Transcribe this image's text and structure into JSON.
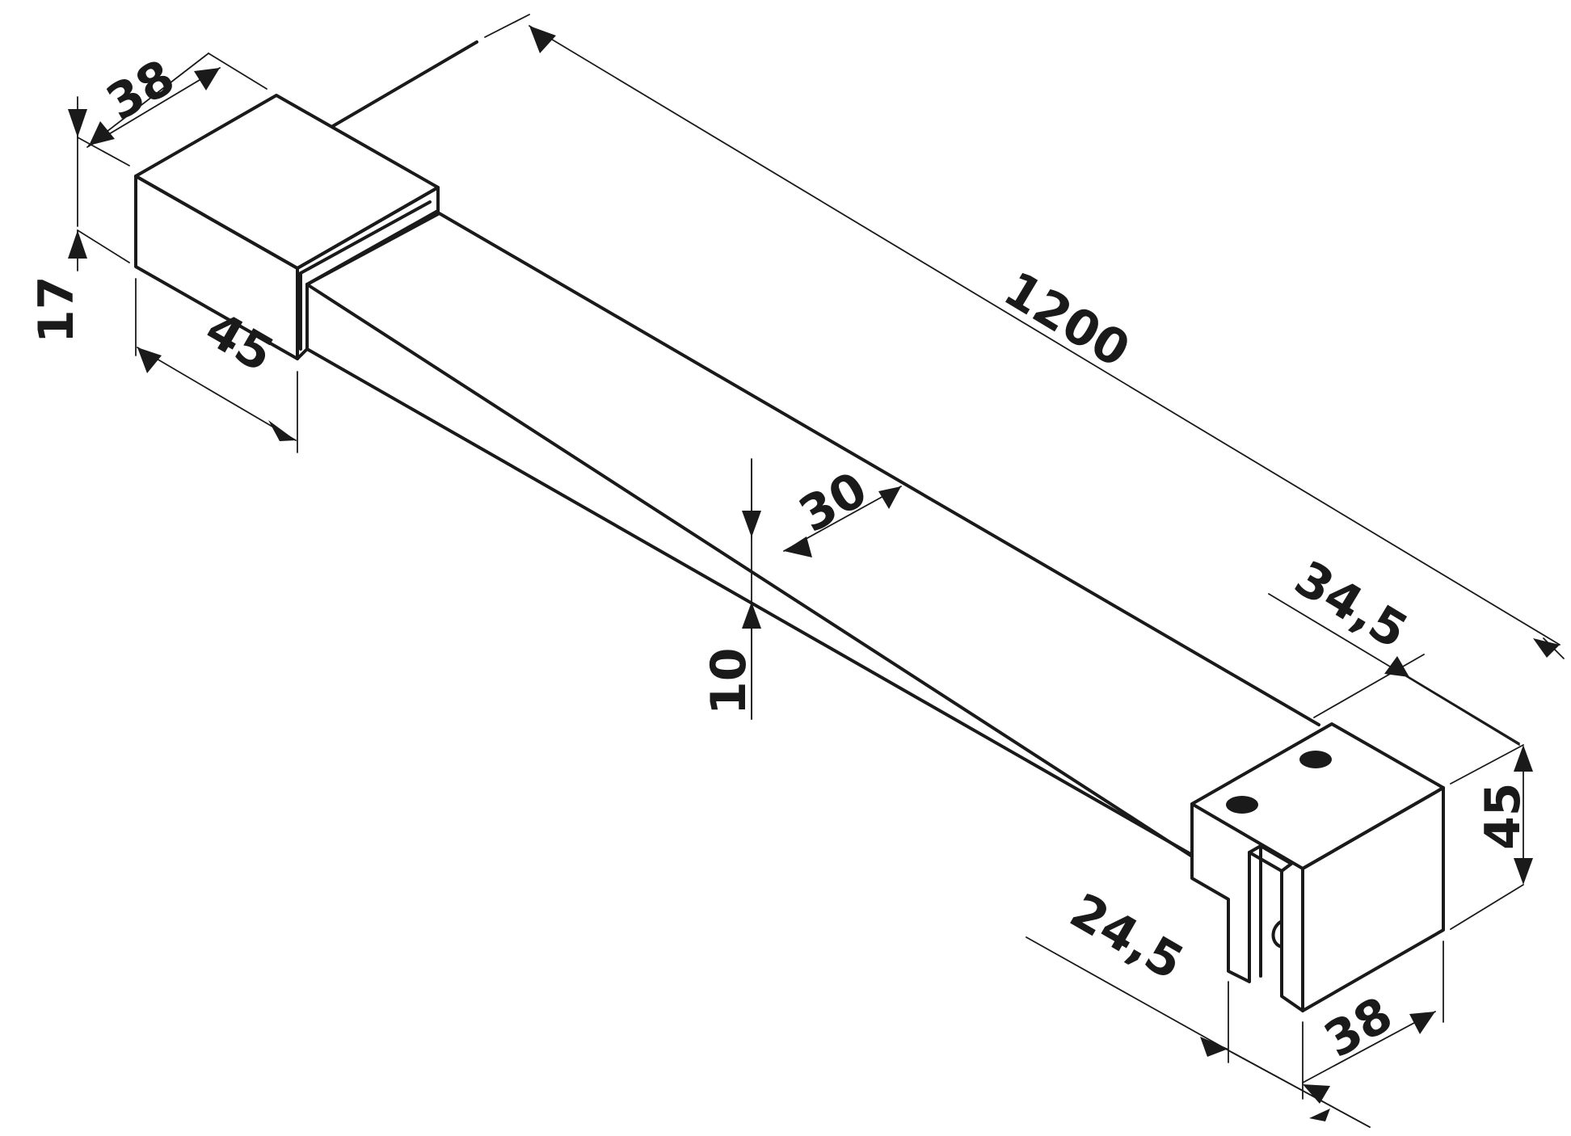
{
  "colors": {
    "line": "#1a1a1a",
    "background": "#ffffff"
  },
  "dimensions": {
    "left_depth_38": "38",
    "left_height_17": "17",
    "left_length_45": "45",
    "total_length_1200": "1200",
    "bar_width_30": "30",
    "bar_height_10": "10",
    "right_top_34_5": "34,5",
    "right_height_45": "45",
    "right_slot_24_5": "24,5",
    "right_depth_38": "38"
  }
}
